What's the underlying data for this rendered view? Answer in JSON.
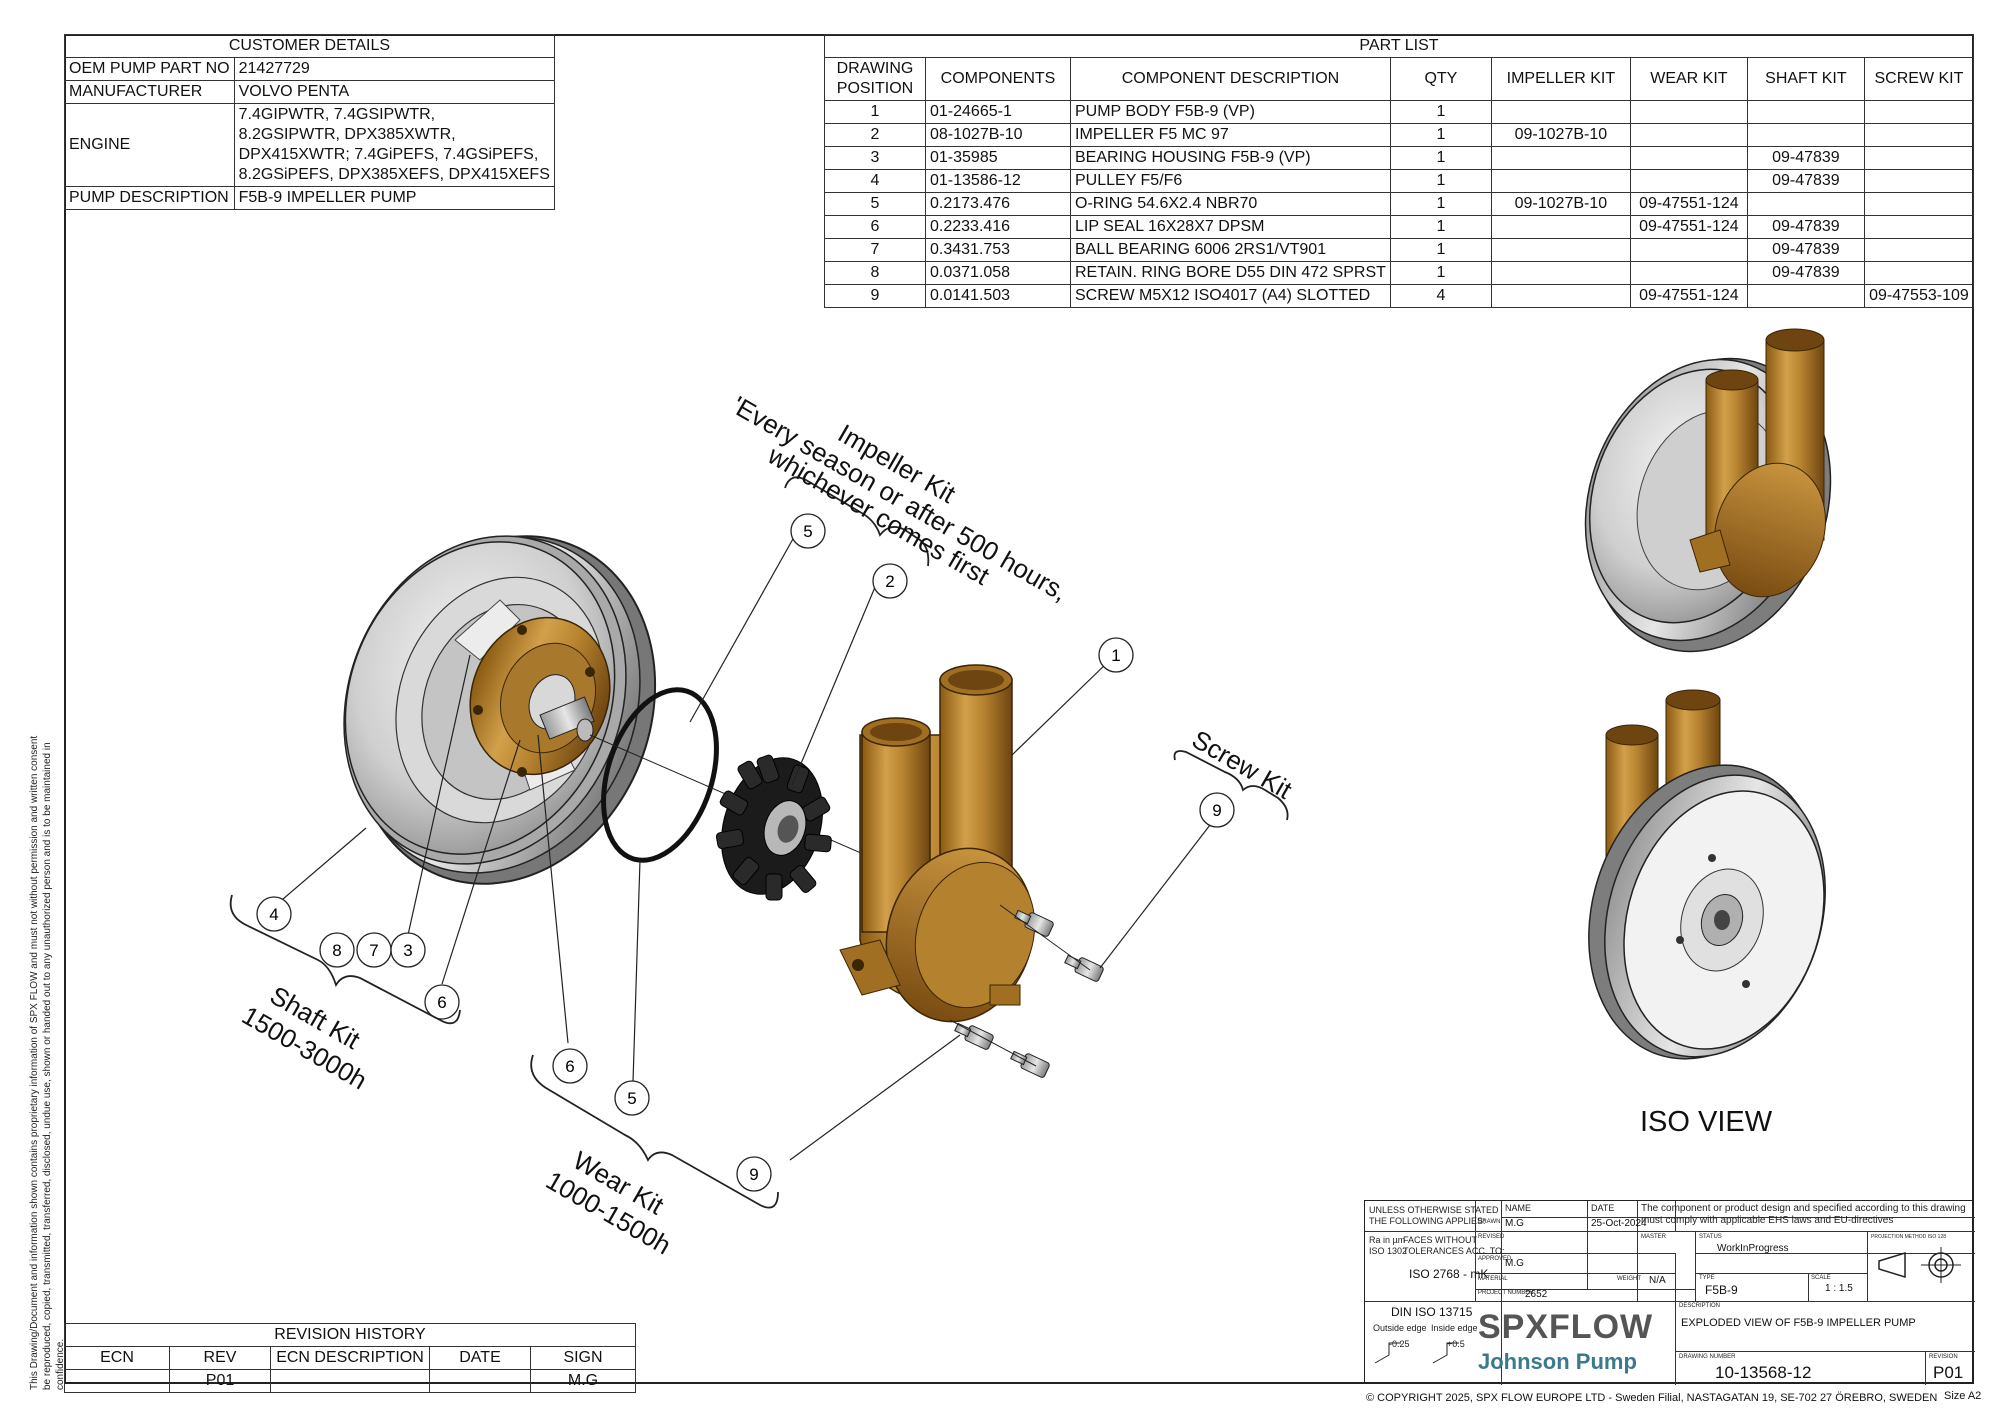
{
  "customer": {
    "title": "CUSTOMER DETAILS",
    "rows": [
      {
        "key": "OEM PUMP PART NO",
        "lines": [
          "21427729"
        ]
      },
      {
        "key": "MANUFACTURER",
        "lines": [
          "VOLVO PENTA"
        ]
      },
      {
        "key": "ENGINE",
        "lines": [
          "7.4GIPWTR, 7.4GSIPWTR,",
          "8.2GSIPWTR, DPX385XWTR,",
          "DPX415XWTR; 7.4GiPEFS, 7.4GSiPEFS,",
          "8.2GSiPEFS, DPX385XEFS, DPX415XEFS"
        ]
      },
      {
        "key": "PUMP DESCRIPTION",
        "lines": [
          "F5B-9 IMPELLER PUMP"
        ]
      }
    ]
  },
  "parts": {
    "title": "PART LIST",
    "headers": [
      "DRAWING\nPOSITION",
      "COMPONENTS",
      "COMPONENT DESCRIPTION",
      "QTY",
      "IMPELLER KIT",
      "WEAR KIT",
      "SHAFT KIT",
      "SCREW KIT"
    ],
    "header_lines": [
      [
        "DRAWING",
        "POSITION"
      ],
      [
        "COMPONENTS"
      ],
      [
        "COMPONENT DESCRIPTION"
      ],
      [
        "QTY"
      ],
      [
        "IMPELLER KIT"
      ],
      [
        "WEAR KIT"
      ],
      [
        "SHAFT KIT"
      ],
      [
        "SCREW KIT"
      ]
    ],
    "rows": [
      [
        "1",
        "01-24665-1",
        "PUMP BODY F5B-9 (VP)",
        "1",
        "",
        "",
        "",
        ""
      ],
      [
        "2",
        "08-1027B-10",
        "IMPELLER F5 MC 97",
        "1",
        "09-1027B-10",
        "",
        "",
        ""
      ],
      [
        "3",
        "01-35985",
        "BEARING HOUSING F5B-9 (VP)",
        "1",
        "",
        "",
        "09-47839",
        ""
      ],
      [
        "4",
        "01-13586-12",
        "PULLEY F5/F6",
        "1",
        "",
        "",
        "09-47839",
        ""
      ],
      [
        "5",
        "0.2173.476",
        "O-RING 54.6X2.4 NBR70",
        "1",
        "09-1027B-10",
        "09-47551-124",
        "",
        ""
      ],
      [
        "6",
        "0.2233.416",
        "LIP SEAL 16X28X7 DPSM",
        "1",
        "",
        "09-47551-124",
        "09-47839",
        ""
      ],
      [
        "7",
        "0.3431.753",
        "BALL BEARING 6006 2RS1/VT901",
        "1",
        "",
        "",
        "09-47839",
        ""
      ],
      [
        "8",
        "0.0371.058",
        "RETAIN. RING BORE D55 DIN 472 SPRST",
        "1",
        "",
        "",
        "09-47839",
        ""
      ],
      [
        "9",
        "0.0141.503",
        "SCREW M5X12 ISO4017 (A4) SLOTTED",
        "4",
        "",
        "09-47551-124",
        "",
        "09-47553-109"
      ]
    ]
  },
  "revision": {
    "title": "REVISION HISTORY",
    "headers": [
      "ECN",
      "REV",
      "ECN DESCRIPTION",
      "DATE",
      "SIGN"
    ],
    "row": [
      "",
      "P01",
      "",
      "",
      "M.G"
    ]
  },
  "drawing": {
    "impeller_kit": "Impeller Kit",
    "impeller_note1": "'Every season or after 500 hours,",
    "impeller_note2": "whichever comes first",
    "screw_kit": "Screw Kit",
    "shaft_kit": "Shaft Kit",
    "shaft_hours": "1500-3000h",
    "wear_kit": "Wear Kit",
    "wear_hours": "1000-1500h",
    "iso_view": "ISO VIEW",
    "balloons": [
      "5",
      "2",
      "1",
      "9",
      "4",
      "8",
      "7",
      "3",
      "6",
      "6",
      "5",
      "9"
    ]
  },
  "side_note": "This Drawing/Document and information shown contains proprietary information of SPX FLOW and must not without permission and written consent be reproduced, copied, transmitted, transferred, disclosed, undue use, shown or handed out to any unauthorized person and is to be maintained in confidence.",
  "title_block": {
    "unless": "UNLESS OTHERWISE STATED",
    "applies": "THE FOLLOWING APPLIES:",
    "ra": "Ra in µm",
    "iso1302": "ISO 1302",
    "faces": "FACES WITHOUT",
    "tolerances": "TOLERANCES ACC. TO:",
    "iso2768": "ISO 2768 - mK",
    "din": "DIN ISO 13715",
    "outside_edge": "Outside edge",
    "inside_edge": "Inside edge",
    "edge_out_val": "-0.25",
    "edge_in_val": "+0.5",
    "name_lbl": "NAME",
    "date_lbl": "DATE",
    "drawn_lbl": "DRAWN",
    "drawn_name": "M.G",
    "drawn_date": "25-Oct-2024",
    "revised_lbl": "REVISED",
    "approved_lbl": "APPROVED",
    "approved_name": "M.G",
    "material_lbl": "MATERIAL",
    "weight_lbl": "WEIGHT",
    "weight": "N/A",
    "project_lbl": "PROJECT NUMBER",
    "project": "2652",
    "compliance": "The component or product design and specified according to this drawing must comply with applicable EHS laws and EU-directives",
    "master_lbl": "MASTER",
    "status_lbl": "STATUS",
    "status": "WorkInProgress",
    "projection_lbl": "PROJECTION METHOD ISO 128",
    "type_lbl": "TYPE",
    "type": "F5B-9",
    "scale_lbl": "SCALE",
    "scale": "1 : 1.5",
    "description_lbl": "DESCRIPTION",
    "description": "EXPLODED VIEW OF F5B-9 IMPELLER PUMP",
    "drawing_number_lbl": "DRAWING NUMBER",
    "drawing_number": "10-13568-12",
    "revision_lbl": "REVISION",
    "revision": "P01",
    "logo_spx": "SPXFLOW",
    "logo_johnson": "Johnson Pump"
  },
  "copyright": "© COPYRIGHT 2025, SPX FLOW EUROPE LTD - Sweden Filial, NASTAGATAN 19, SE-702 27 ÖREBRO, SWEDEN",
  "size": "Size  A2"
}
